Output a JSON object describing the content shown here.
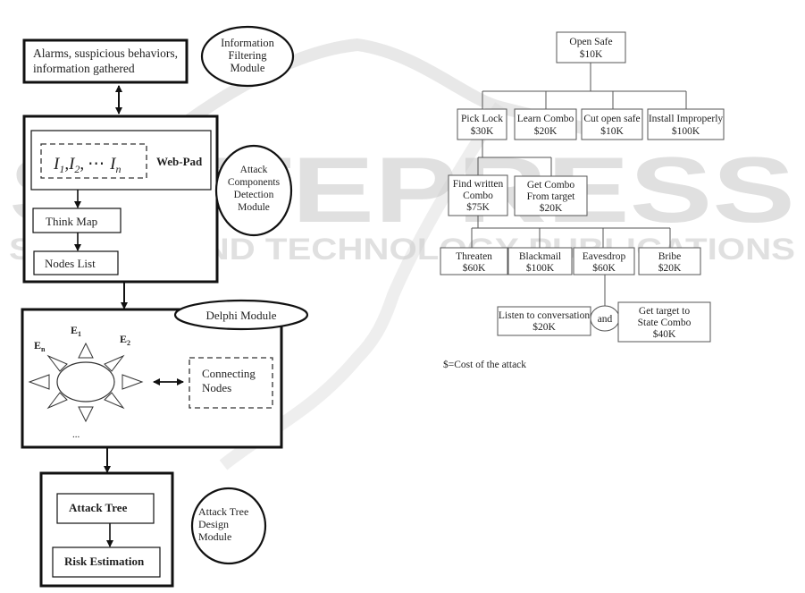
{
  "watermark": {
    "logo_text": "SCITEPRESS",
    "tagline": "SCIENCE AND TECHNOLOGY PUBLICATIONS"
  },
  "framework": {
    "input_box": {
      "lines": [
        "Alarms, suspicious behaviors,",
        "information gathered"
      ]
    },
    "info_filter_module": {
      "lines": [
        "Information",
        "Filtering",
        "Module"
      ]
    },
    "web_pad": {
      "label": "Web-Pad",
      "items": {
        "i1": "I",
        "i1_sub": "1",
        "i2": "I",
        "i2_sub": "2",
        "dots": "⋯",
        "in": "I",
        "in_sub": "n",
        "sep": ","
      }
    },
    "think_map": "Think Map",
    "nodes_list": "Nodes List",
    "attack_components_module": {
      "lines": [
        "Attack",
        "Components",
        "Detection",
        "Module"
      ]
    },
    "delphi_module": {
      "label": "Delphi Module",
      "experts": {
        "e1": "E",
        "e1_sub": "1",
        "e2": "E",
        "e2_sub": "2",
        "en": "E",
        "en_sub": "n",
        "more": "..."
      },
      "connecting_nodes": [
        "Connecting",
        "Nodes"
      ]
    },
    "attack_tree_box": "Attack Tree",
    "risk_estimation": "Risk Estimation",
    "attack_tree_design_module": {
      "lines": [
        "Attack Tree",
        "Design",
        "Module"
      ]
    }
  },
  "attack_tree": {
    "root": {
      "label": "Open Safe",
      "cost": "$10K"
    },
    "level1": [
      {
        "label": "Pick Lock",
        "cost": "$30K"
      },
      {
        "label": "Learn Combo",
        "cost": "$20K"
      },
      {
        "label": "Cut open safe",
        "cost": "$10K"
      },
      {
        "label": "Install Improperly",
        "cost": "$100K"
      }
    ],
    "level2": [
      {
        "lines": [
          "Find written",
          "Combo"
        ],
        "cost": "$75K"
      },
      {
        "lines": [
          "Get Combo",
          "From target"
        ],
        "cost": "$20K"
      }
    ],
    "level3": [
      {
        "label": "Threaten",
        "cost": "$60K"
      },
      {
        "label": "Blackmail",
        "cost": "$100K"
      },
      {
        "label": "Eavesdrop",
        "cost": "$60K"
      },
      {
        "label": "Bribe",
        "cost": "$20K"
      }
    ],
    "level4": [
      {
        "lines": [
          "Listen to conversation"
        ],
        "cost": "$20K"
      },
      {
        "lines": [
          "Get target to",
          "State Combo"
        ],
        "cost": "$40K"
      }
    ],
    "and_gate": "and",
    "legend": "$=Cost of the attack"
  }
}
